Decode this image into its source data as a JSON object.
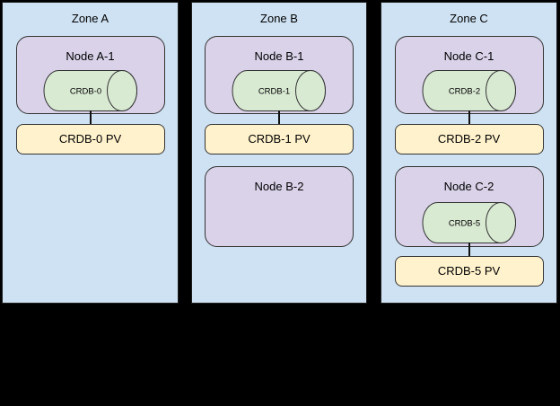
{
  "diagram": {
    "background": "#000000",
    "colors": {
      "zone_fill": "#cfe2f3",
      "node_fill": "#d9d2e9",
      "database_fill": "#d9ead3",
      "pv_fill": "#fff2cc",
      "stroke": "#333333",
      "text": "#000000"
    },
    "zones": [
      {
        "label": "Zone A",
        "nodes": [
          {
            "label": "Node A-1",
            "database": "CRDB-0",
            "pv": "CRDB-0 PV"
          }
        ]
      },
      {
        "label": "Zone B",
        "nodes": [
          {
            "label": "Node B-1",
            "database": "CRDB-1",
            "pv": "CRDB-1 PV"
          },
          {
            "label": "Node B-2"
          }
        ]
      },
      {
        "label": "Zone C",
        "nodes": [
          {
            "label": "Node C-1",
            "database": "CRDB-2",
            "pv": "CRDB-2 PV"
          },
          {
            "label": "Node C-2",
            "database": "CRDB-5",
            "pv": "CRDB-5 PV"
          }
        ]
      }
    ]
  }
}
